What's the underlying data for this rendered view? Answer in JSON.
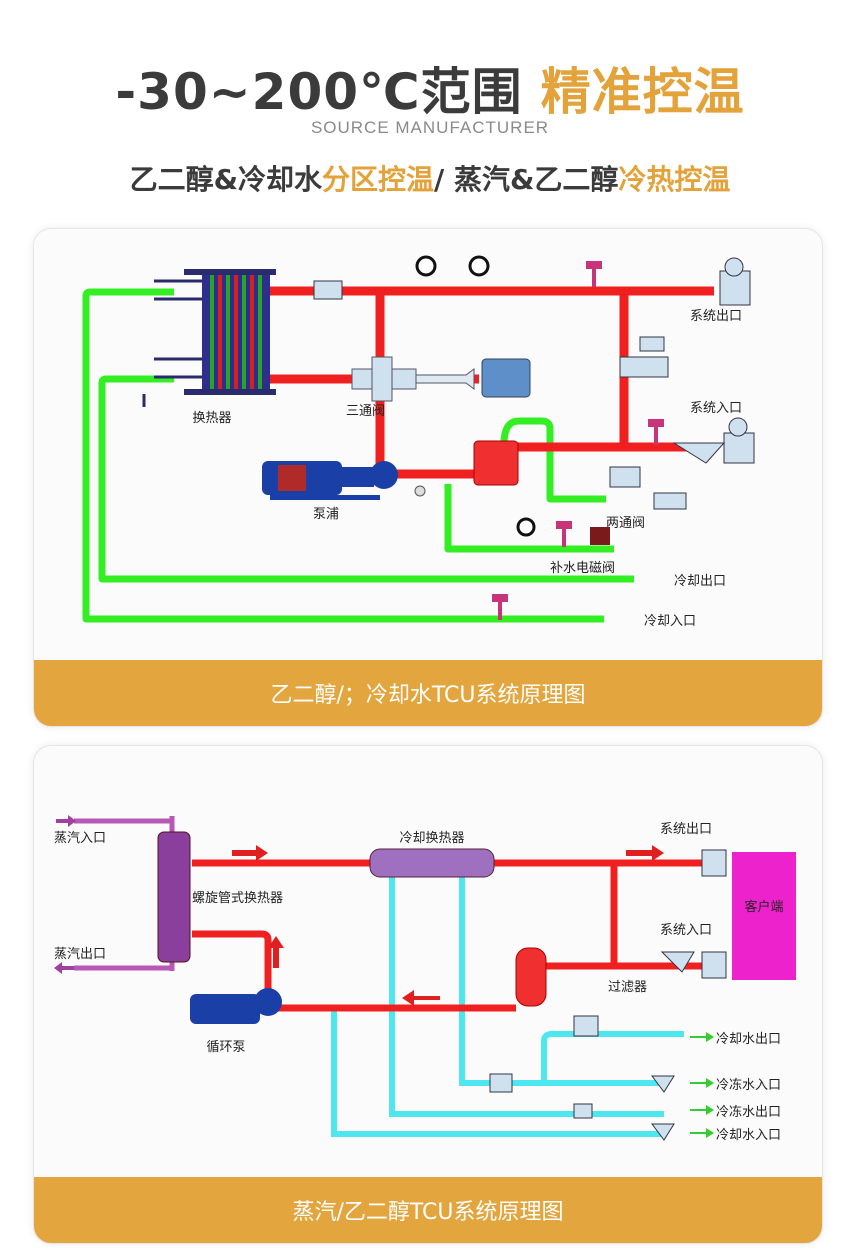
{
  "header": {
    "title_main": "-30~200℃范围",
    "title_accent": "精准控温",
    "subtitle_en": "SOURCE MANUFACTURER",
    "tagline_a": "乙二醇&冷却水",
    "tagline_b": "分区控温",
    "tagline_c": "/ 蒸汽&乙二醇",
    "tagline_d": "冷热控温"
  },
  "diagram1": {
    "caption": "乙二醇/；冷却水TCU系统原理图",
    "labels": {
      "heat_exchanger": "换热器",
      "three_way_valve": "三通阀",
      "pump": "泵浦",
      "system_out": "系统出口",
      "system_in": "系统入口",
      "two_way_valve": "两通阀",
      "makeup_valve": "补水电磁阀",
      "cooling_out": "冷却出口",
      "cooling_in": "冷却入口"
    }
  },
  "diagram2": {
    "caption": "蒸汽/乙二醇TCU系统原理图",
    "labels": {
      "steam_in": "蒸汽入口",
      "steam_out": "蒸汽出口",
      "spiral_hx": "螺旋管式换热器",
      "circ_pump": "循环泵",
      "cooling_hx": "冷却换热器",
      "system_out": "系统出口",
      "system_in": "系统入口",
      "client": "客户端",
      "filter": "过滤器",
      "cooling_water_out": "冷却水出口",
      "chilled_water_in": "冷冻水入口",
      "chilled_water_out": "冷冻水出口",
      "cooling_water_in": "冷却水入口"
    }
  },
  "colors": {
    "accent": "#e3a23a",
    "pipe_red": "#f02020",
    "pipe_green": "#33ee22",
    "pipe_cyan": "#4fe7ef",
    "pipe_purple": "#c060c0",
    "client_magenta": "#ee22cc"
  }
}
